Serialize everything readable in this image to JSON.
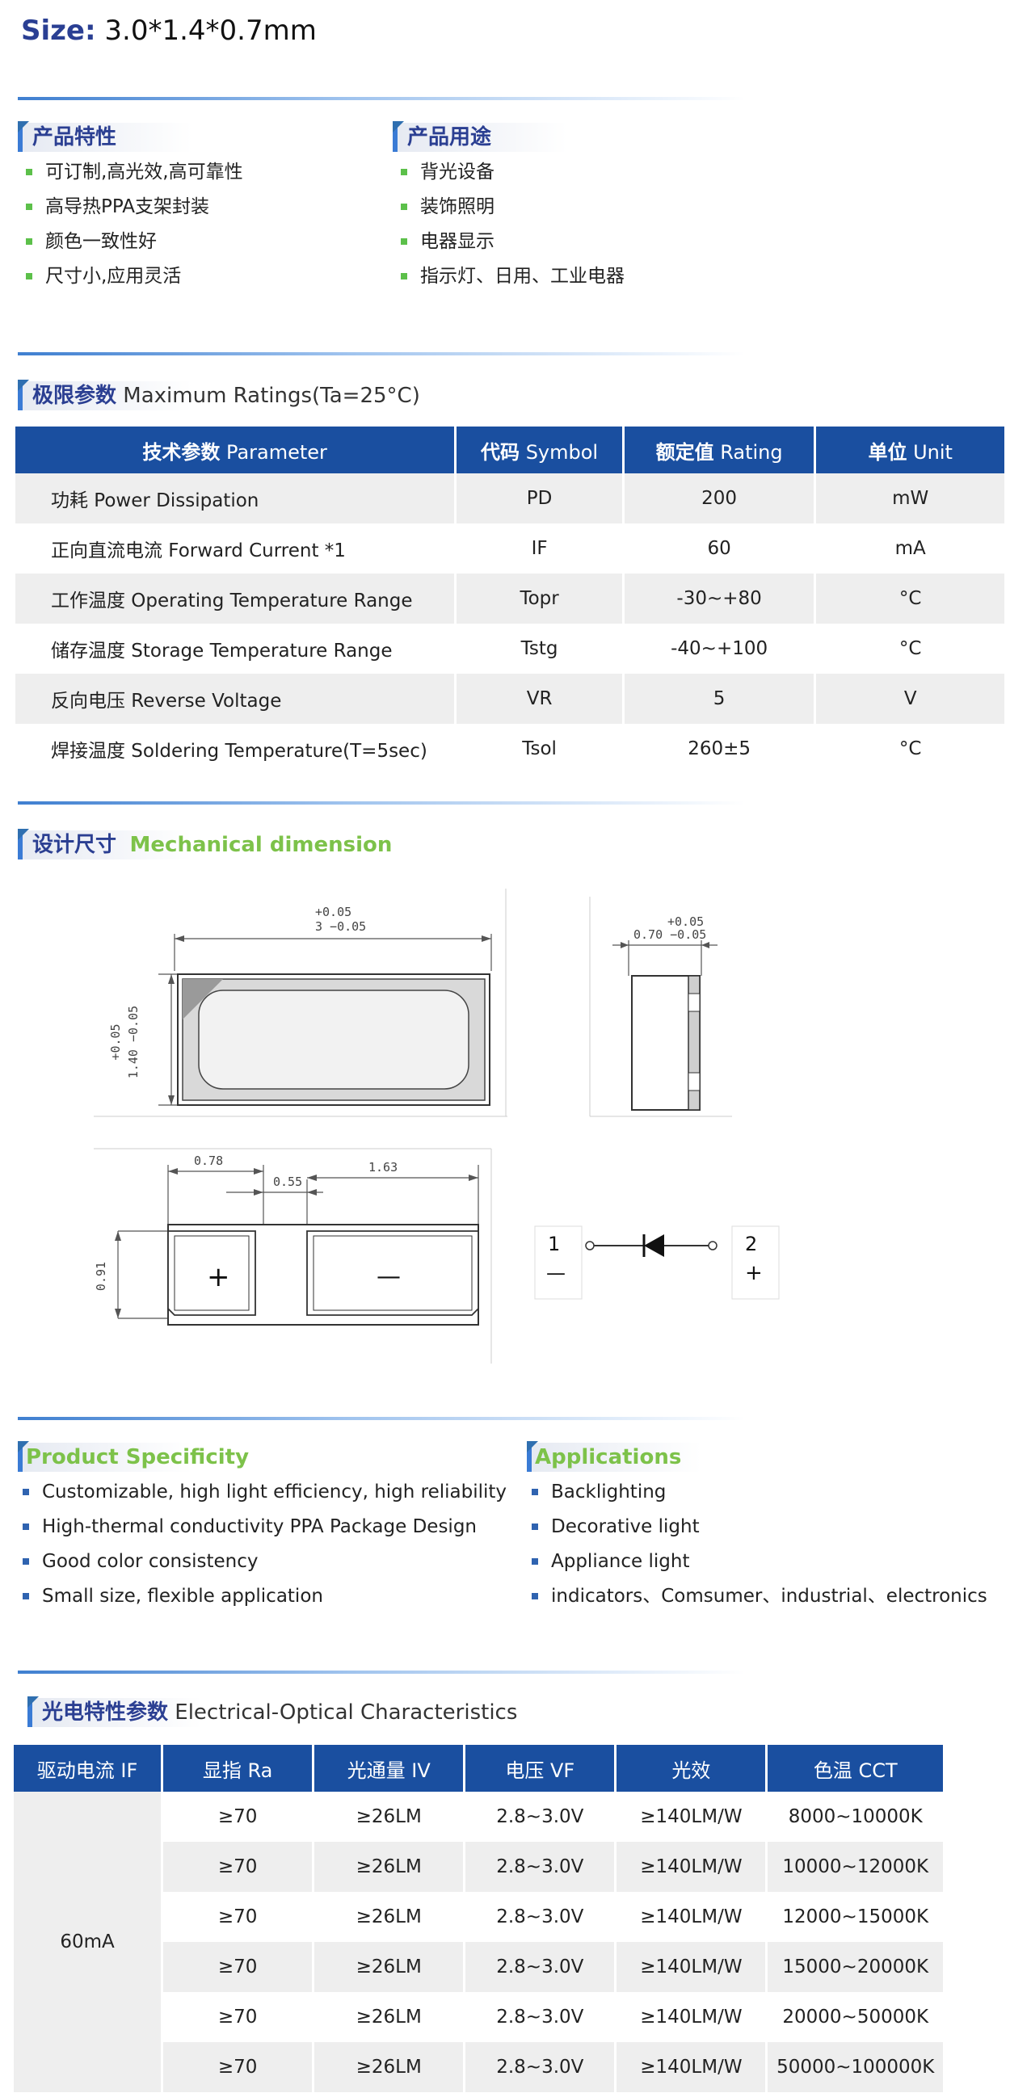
{
  "size": {
    "label": "Size:",
    "value": "3.0*1.4*0.7mm"
  },
  "features": {
    "title": "产品特性",
    "items": [
      "可订制,高光效,高可靠性",
      "高导热PPA支架封装",
      "颜色一致性好",
      "尺寸小,应用灵活"
    ]
  },
  "uses": {
    "title": "产品用途",
    "items": [
      "背光设备",
      "装饰照明",
      "电器显示",
      "指示灯、日用、工业电器"
    ]
  },
  "ratings": {
    "title_zh": "极限参数",
    "title_en": "Maximum Ratings(Ta=25°C)",
    "headers": [
      {
        "zh": "技术参数",
        "en": "Parameter"
      },
      {
        "zh": "代码",
        "en": "Symbol"
      },
      {
        "zh": "额定值",
        "en": "Rating"
      },
      {
        "zh": "单位",
        "en": "Unit"
      }
    ],
    "rows": [
      {
        "param": "功耗 Power Dissipation",
        "symbol": "PD",
        "rating": "200",
        "unit": "mW"
      },
      {
        "param": "正向直流电流 Forward Current *1",
        "symbol": "IF",
        "rating": "60",
        "unit": "mA"
      },
      {
        "param": "工作温度 Operating Temperature Range",
        "symbol": "Topr",
        "rating": "-30~+80",
        "unit": "°C"
      },
      {
        "param": "储存温度 Storage Temperature Range",
        "symbol": "Tstg",
        "rating": "-40~+100",
        "unit": "°C"
      },
      {
        "param": "反向电压 Reverse Voltage",
        "symbol": "VR",
        "rating": "5",
        "unit": "V"
      },
      {
        "param": "焊接温度 Soldering Temperature(T=5sec)",
        "symbol": "Tsol",
        "rating": "260±5",
        "unit": "°C"
      }
    ]
  },
  "mechanical": {
    "title_zh": "设计尺寸",
    "title_en": "Mechanical dimension",
    "dims": {
      "top_tol": "+0.05",
      "top_len": "3 −0.05",
      "height_tol": "+0.05",
      "height_len": "1.40 −0.05",
      "side_tol": "+0.05",
      "side_len": "0.70 −0.05",
      "pad_a": "0.78",
      "pad_gap": "0.55",
      "pad_b": "1.63",
      "pad_h": "0.91",
      "plus": "+",
      "minus": "—"
    },
    "pin1": "1",
    "pin1_sign": "—",
    "pin2": "2",
    "pin2_sign": "+"
  },
  "product_spec": {
    "title": "Product Specificity",
    "items": [
      "Customizable, high light efficiency, high reliability",
      "High-thermal conductivity PPA Package Design",
      "Good color consistency",
      "Small size, flexible application"
    ]
  },
  "applications": {
    "title": "Applications",
    "items": [
      "Backlighting",
      "Decorative light",
      "Appliance light",
      "indicators、Comsumer、industrial、electronics"
    ]
  },
  "eo": {
    "title_zh": "光电特性参数",
    "title_en": "Electrical-Optical Characteristics",
    "headers": [
      {
        "zh": "驱动电流",
        "en": "IF"
      },
      {
        "zh": "显指",
        "en": "Ra"
      },
      {
        "zh": "光通量",
        "en": "IV"
      },
      {
        "zh": "电压",
        "en": "VF"
      },
      {
        "zh": "光效",
        "en": ""
      },
      {
        "zh": "色温",
        "en": "CCT"
      }
    ],
    "current": "60mA",
    "rows": [
      {
        "ra": "≥70",
        "iv": "≥26LM",
        "vf": "2.8~3.0V",
        "eff": "≥140LM/W",
        "cct": "8000~10000K"
      },
      {
        "ra": "≥70",
        "iv": "≥26LM",
        "vf": "2.8~3.0V",
        "eff": "≥140LM/W",
        "cct": "10000~12000K"
      },
      {
        "ra": "≥70",
        "iv": "≥26LM",
        "vf": "2.8~3.0V",
        "eff": "≥140LM/W",
        "cct": "12000~15000K"
      },
      {
        "ra": "≥70",
        "iv": "≥26LM",
        "vf": "2.8~3.0V",
        "eff": "≥140LM/W",
        "cct": "15000~20000K"
      },
      {
        "ra": "≥70",
        "iv": "≥26LM",
        "vf": "2.8~3.0V",
        "eff": "≥140LM/W",
        "cct": "20000~50000K"
      },
      {
        "ra": "≥70",
        "iv": "≥26LM",
        "vf": "2.8~3.0V",
        "eff": "≥140LM/W",
        "cct": "50000~100000K"
      }
    ]
  }
}
